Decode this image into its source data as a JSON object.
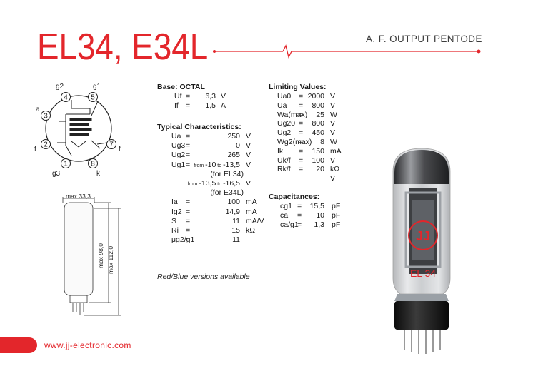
{
  "header": {
    "title": "EL34, E34L",
    "subtitle": "A. F. OUTPUT PENTODE"
  },
  "pin_diagram": {
    "labels": {
      "g2": "g2",
      "g1": "g1",
      "a": "a",
      "f_left": "f",
      "f_right": "f",
      "g3": "g3",
      "k": "k"
    },
    "pins": [
      "1",
      "2",
      "3",
      "4",
      "5",
      "7",
      "8"
    ]
  },
  "dimensions": {
    "width": "max 33,3",
    "seated_height": "max 98,0",
    "total_height": "max 112,0"
  },
  "base": {
    "heading": "Base: OCTAL",
    "rows": [
      {
        "label": "Uf",
        "value": "6,3",
        "unit": "V"
      },
      {
        "label": "If",
        "value": "1,5",
        "unit": "A"
      }
    ]
  },
  "typical": {
    "heading": "Typical Characteristics:",
    "rows": [
      {
        "label": "Ua",
        "value": "250",
        "unit": "V"
      },
      {
        "label": "Ug3",
        "value": "0",
        "unit": "V"
      },
      {
        "label": "Ug2",
        "value": "265",
        "unit": "V"
      },
      {
        "label": "Ug1",
        "value_prefix": "from",
        "value_a": "-10",
        "value_to": "to",
        "value_b": "-13,5",
        "unit": "V"
      },
      {
        "note": "(for EL34)"
      },
      {
        "value_prefix": "from",
        "value_a": "-13,5",
        "value_to": "to",
        "value_b": "-16,5",
        "unit": "V"
      },
      {
        "note": "(for E34L)"
      },
      {
        "label": "Ia",
        "value": "100",
        "unit": "mA"
      },
      {
        "label": "Ig2",
        "value": "14,9",
        "unit": "mA"
      },
      {
        "label": "S",
        "value": "11",
        "unit": "mA/V"
      },
      {
        "label": "Ri",
        "value": "15",
        "unit": "kΩ"
      },
      {
        "label": "μg2/g1",
        "value": "11",
        "unit": ""
      }
    ]
  },
  "limiting": {
    "heading": "Limiting Values:",
    "rows": [
      {
        "label": "Ua0",
        "value": "2000",
        "unit": "V"
      },
      {
        "label": "Ua",
        "value": "800",
        "unit": "V"
      },
      {
        "label": "Wa(max)",
        "value": "25",
        "unit": "W"
      },
      {
        "label": "Ug20",
        "value": "800",
        "unit": "V"
      },
      {
        "label": "Ug2",
        "value": "450",
        "unit": "V"
      },
      {
        "label": "Wg2(max)",
        "value": "8",
        "unit": "W"
      },
      {
        "label": "Ik",
        "value": "150",
        "unit": "mA"
      },
      {
        "label": "Uk/f",
        "value": "100",
        "unit": "V"
      },
      {
        "label": "Rk/f",
        "value": "20",
        "unit": "kΩ"
      },
      {
        "value": "",
        "unit": "V"
      }
    ]
  },
  "capacitances": {
    "heading": "Capacitances:",
    "rows": [
      {
        "label": "cg1",
        "value": "15,5",
        "unit": "pF"
      },
      {
        "label": "ca",
        "value": "10",
        "unit": "pF"
      },
      {
        "label": "ca/g1",
        "value": "1,3",
        "unit": "pF"
      }
    ]
  },
  "note": "Red/Blue versions available",
  "tube_photo": {
    "label": "EL 34",
    "logo": "JJ"
  },
  "footer": {
    "url": "www.jj-electronic.com"
  },
  "colors": {
    "brand_red": "#e3262b"
  }
}
